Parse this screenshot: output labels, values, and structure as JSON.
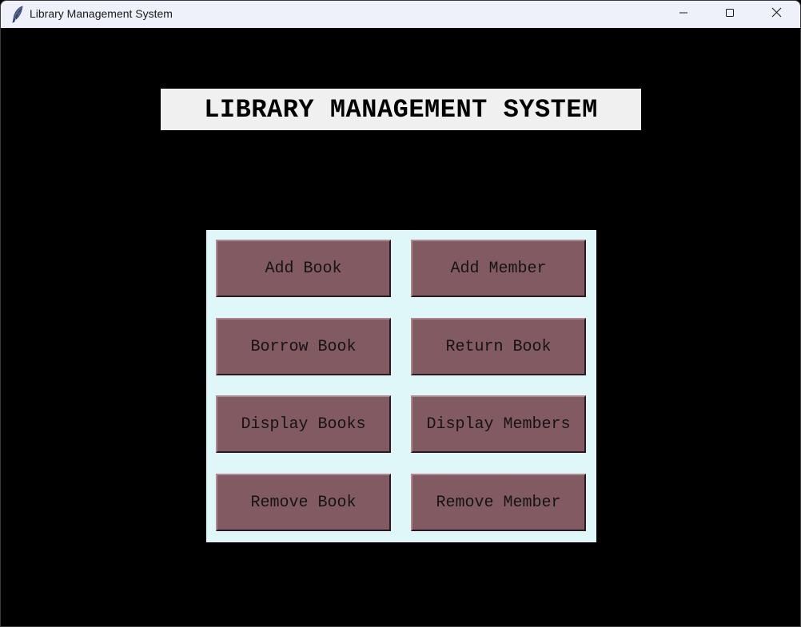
{
  "window": {
    "title": "Library Management System",
    "icon": "feather-icon",
    "controls": [
      "minimize-icon",
      "maximize-icon",
      "close-icon"
    ]
  },
  "heading": "LIBRARY MANAGEMENT SYSTEM",
  "buttons": {
    "add_book": "Add Book",
    "add_member": "Add Member",
    "borrow_book": "Borrow Book",
    "return_book": "Return Book",
    "display_books": "Display Books",
    "display_members": "Display Members",
    "remove_book": "Remove Book",
    "remove_member": "Remove Member"
  },
  "colors": {
    "background": "#000000",
    "heading_bg": "#f0f0f0",
    "panel_bg": "#e0f7fa",
    "button_bg": "#825a61",
    "button_text": "#141414"
  }
}
